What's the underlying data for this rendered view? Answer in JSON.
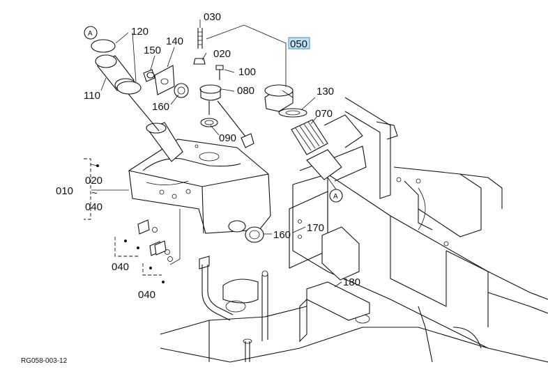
{
  "diagram": {
    "callouts": {
      "p010": "010",
      "p020a": "020",
      "p020b": "020",
      "p030": "030",
      "p040a": "040",
      "p040b": "040",
      "p040c": "040",
      "p050": "050",
      "p070": "070",
      "p080": "080",
      "p090": "090",
      "p100": "100",
      "p110": "110",
      "p120": "120",
      "p130": "130",
      "p140": "140",
      "p150": "150",
      "p160a": "160",
      "p160b": "160",
      "p170": "170",
      "p180": "180",
      "tilde": "~"
    },
    "markers": {
      "a1": "A",
      "a2": "A"
    },
    "footer_code": "RG058-003-12",
    "highlight_color": "#bfe3f7"
  }
}
